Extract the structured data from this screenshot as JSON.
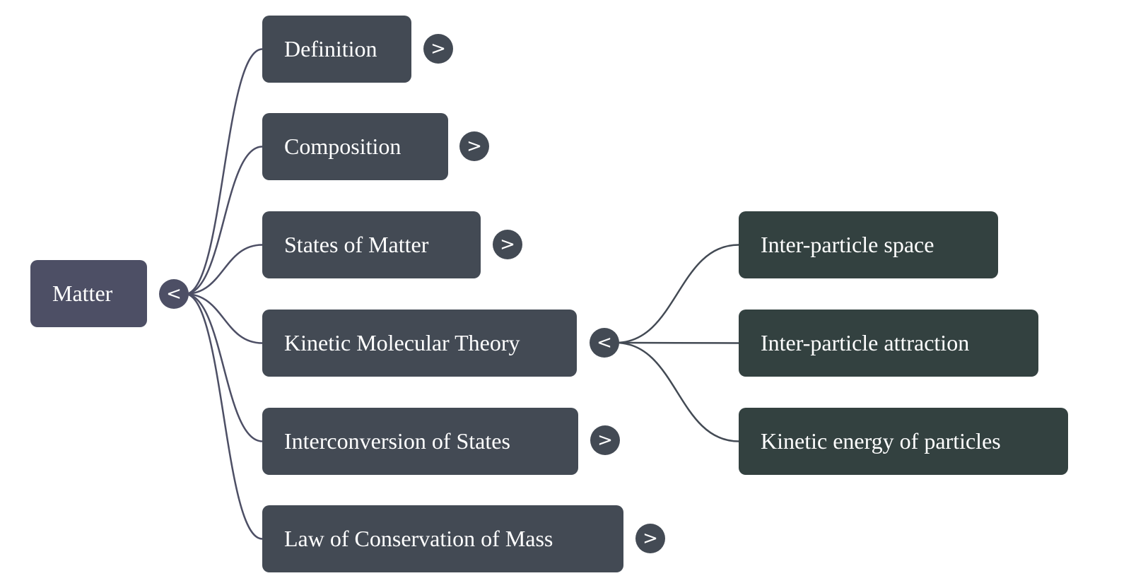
{
  "colors": {
    "root_fill": "#4d4f65",
    "level1_fill": "#434a54",
    "level2_fill": "#334140",
    "edge_root": "#4d4f65",
    "edge_level1": "#434a54",
    "text": "#ffffff"
  },
  "root": {
    "label": "Matter",
    "toggle": {
      "icon": "collapse-icon",
      "glyph": "<",
      "state": "expanded"
    }
  },
  "children": [
    {
      "label": "Definition",
      "toggle": {
        "icon": "expand-icon",
        "glyph": ">",
        "state": "collapsed"
      }
    },
    {
      "label": "Composition",
      "toggle": {
        "icon": "expand-icon",
        "glyph": ">",
        "state": "collapsed"
      }
    },
    {
      "label": "States of Matter",
      "toggle": {
        "icon": "expand-icon",
        "glyph": ">",
        "state": "collapsed"
      }
    },
    {
      "label": "Kinetic Molecular Theory",
      "toggle": {
        "icon": "collapse-icon",
        "glyph": "<",
        "state": "expanded"
      },
      "children": [
        {
          "label": "Inter-particle space"
        },
        {
          "label": "Inter-particle attraction"
        },
        {
          "label": "Kinetic energy of particles"
        }
      ]
    },
    {
      "label": "Interconversion of States",
      "toggle": {
        "icon": "expand-icon",
        "glyph": ">",
        "state": "collapsed"
      }
    },
    {
      "label": "Law of Conservation of Mass",
      "toggle": {
        "icon": "expand-icon",
        "glyph": ">",
        "state": "collapsed"
      }
    }
  ]
}
